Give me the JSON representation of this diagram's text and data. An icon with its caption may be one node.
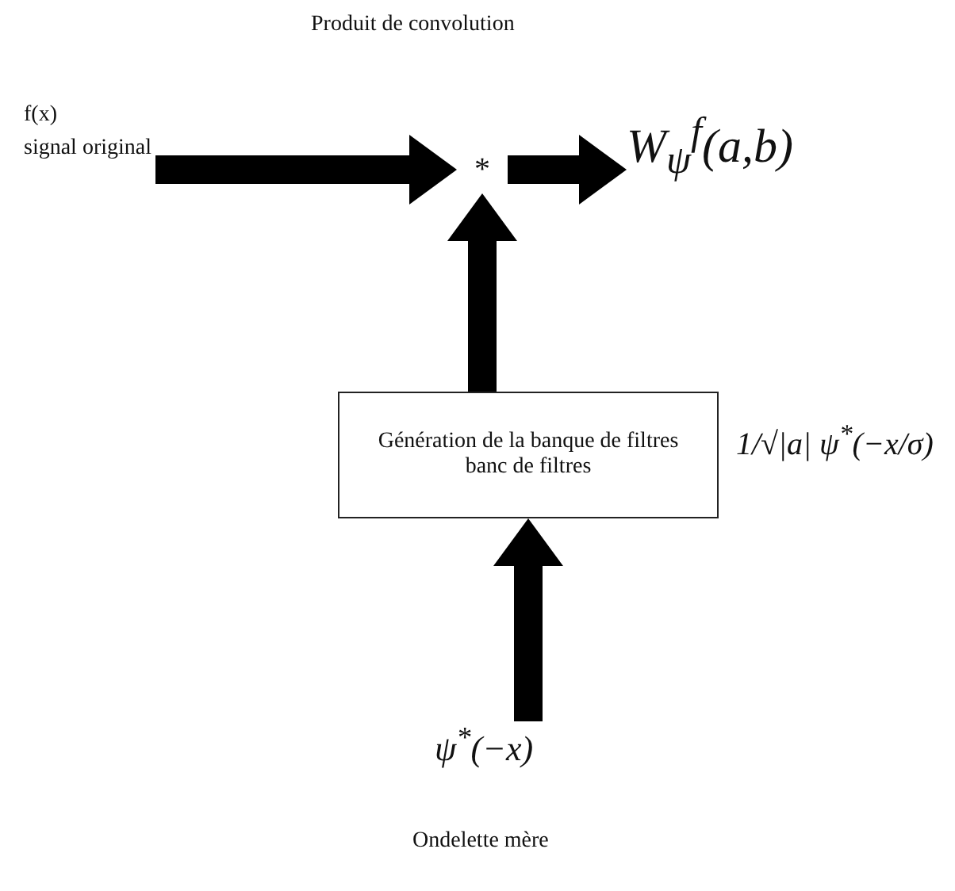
{
  "diagram": {
    "nodes": [
      {
        "text": [
          "f(x)",
          "signal original"
        ]
      },
      {
        "text": [
          "*"
        ]
      },
      {
        "text": [
          "W$_{ψ}$$^{f}$(a,b)"
        ]
      },
      {
        "text": [
          "Génération de la banque de filtres",
          "banc de filtres"
        ],
        "beside": [
          "1/√|a| ψ$^{*}$(−x/σ)"
        ]
      },
      {
        "text": [
          "ψ$^{*}$(−x)"
        ],
        "beside": [
          "Ondelette mère"
        ]
      }
    ],
    "edges": [
      {
        "from": 0,
        "to": 1,
        "arrow": "to"
      },
      {
        "from": 1,
        "to": 2,
        "arrow": "to"
      },
      {
        "from": 3,
        "to": 1,
        "arrow": "to"
      },
      {
        "from": 4,
        "to": 3,
        "arrow": "to"
      }
    ],
    "labels": [
      "Produit de convolution"
    ]
  }
}
